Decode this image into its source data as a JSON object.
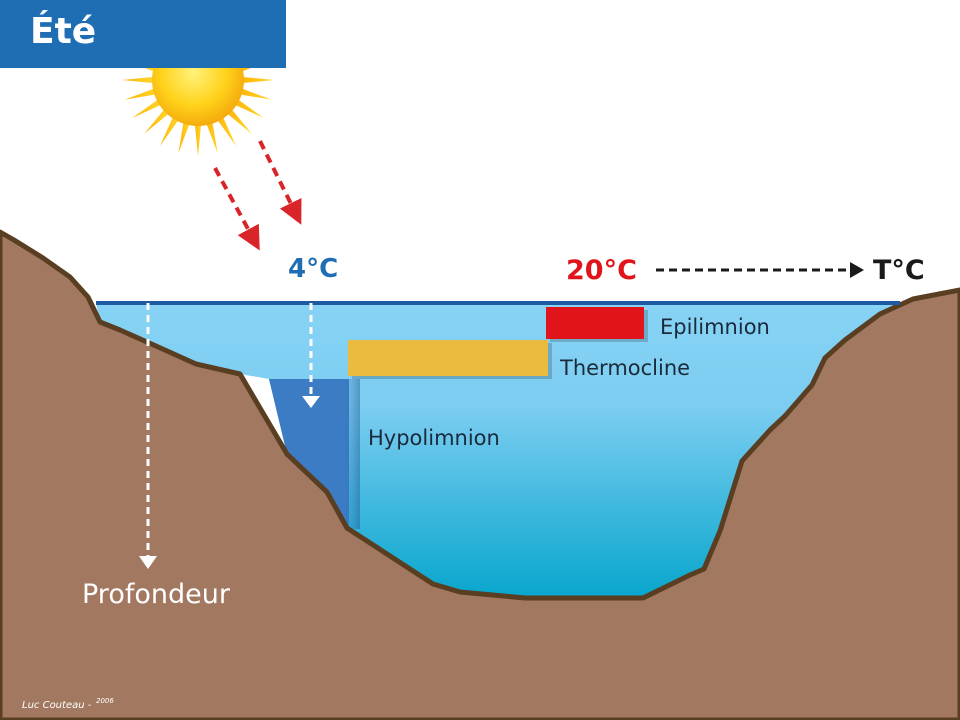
{
  "season": {
    "label": "Été"
  },
  "temperatures": {
    "cold": "4°C",
    "warm": "20°C",
    "axis": "T°C"
  },
  "layers": {
    "epilimnion": "Epilimnion",
    "thermocline": "Thermocline",
    "hypolimnion": "Hypolimnion"
  },
  "depth_axis": {
    "label": "Profondeur"
  },
  "credit": {
    "author": "Luc Couteau -",
    "year": "2006"
  },
  "colors": {
    "season_banner": "#1f6db3",
    "sun": "#ffd21a",
    "radiation_arrows": "#d9252a",
    "ground": "#a27860",
    "ground_edge": "#5a3e22",
    "water_surface": "#87d3f5",
    "water_deep": "#08a6cd",
    "surface_line": "#1c5aa3",
    "epilimnion_bar": "#e2141b",
    "thermocline_bar": "#ebbb40",
    "hypolimnion_bar": "#3b7cc4",
    "cold_text": "#1f6db3",
    "warm_text": "#e2141b"
  }
}
